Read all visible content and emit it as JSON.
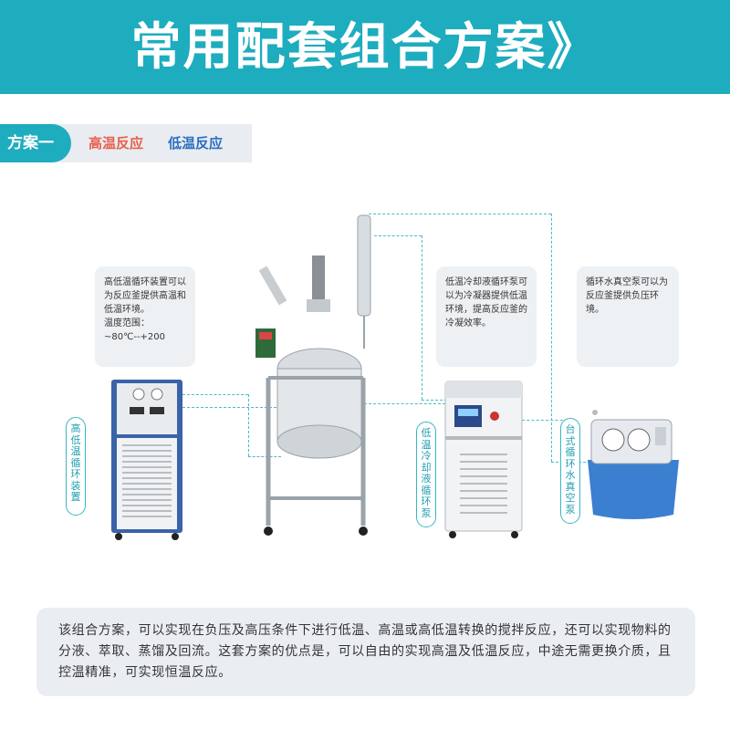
{
  "header": {
    "title": "常用配套组合方案》"
  },
  "scheme": {
    "label": "方案一",
    "tag_high": "高温反应",
    "tag_low": "低温反应"
  },
  "notes": {
    "high_low": "高低温循环装置可以为反应釜提供高温和低温环境。\n温度范围：\n  ~80℃--+200",
    "cooler": "低温冷却液循环泵可以为冷凝器提供低温环境，提高反应釜的冷凝效率。",
    "vacuum": "循环水真空泵可以为反应釜提供负压环境。"
  },
  "labels": {
    "high_low_device": "高低温循环装置",
    "cooler_device": "低温冷却液循环泵",
    "vacuum_device": "台式循环水真空泵"
  },
  "summary": "该组合方案，可以实现在负压及高压条件下进行低温、高温或高低温转换的搅拌反应，还可以实现物料的分液、萃取、蒸馏及回流。这套方案的优点是，可以自由的实现高温及低温反应，中途无需更换介质，且控温精准，可实现恒温反应。",
  "colors": {
    "accent": "#1eacbf",
    "high": "#e8604c",
    "low": "#2a6fc0"
  }
}
